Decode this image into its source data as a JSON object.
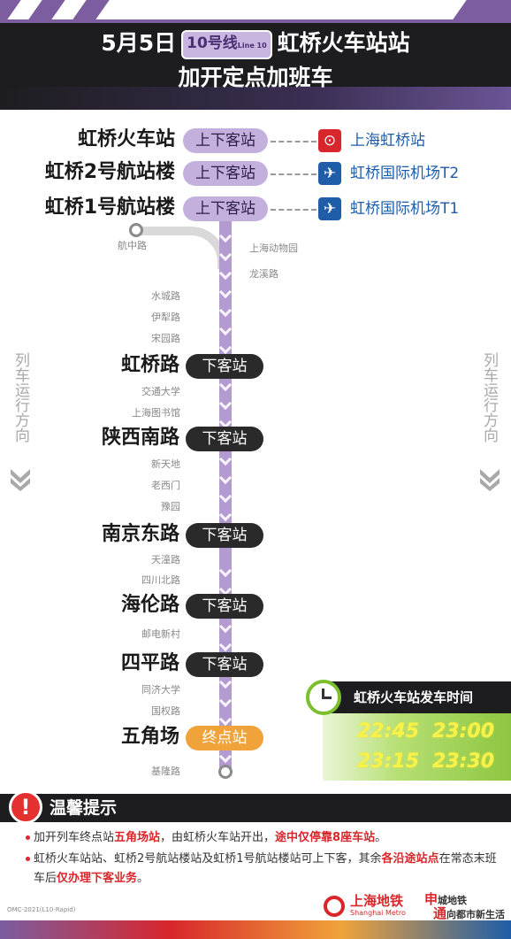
{
  "header": {
    "date": "5月5日",
    "line_number": "10号线",
    "line_en": "Line 10",
    "station_title": "虹桥火车站站",
    "subtitle": "加开定点加班车"
  },
  "top_stations": [
    {
      "name": "虹桥火车站",
      "tag": "上下客站",
      "transfer": "上海虹桥站",
      "transfer_icon": "railway-icon"
    },
    {
      "name": "虹桥2号航站楼",
      "tag": "上下客站",
      "transfer": "虹桥国际机场T2",
      "transfer_icon": "airplane-icon"
    },
    {
      "name": "虹桥1号航站楼",
      "tag": "上下客站",
      "transfer": "虹桥国际机场T1",
      "transfer_icon": "airplane-icon"
    }
  ],
  "branch": {
    "left_end": "航中路",
    "right_1": "上海动物园",
    "right_2": "龙溪路"
  },
  "minor_stops": {
    "s1": "水城路",
    "s2": "伊犁路",
    "s3": "宋园路",
    "s4": "交通大学",
    "s5": "上海图书馆",
    "s6": "新天地",
    "s7": "老西门",
    "s8": "豫园",
    "s9": "天潼路",
    "s10": "四川北路",
    "s11": "邮电新村",
    "s12": "同济大学",
    "s13": "国权路",
    "s14": "基隆路"
  },
  "major_stations": [
    {
      "name": "虹桥路",
      "tag": "下客站"
    },
    {
      "name": "陕西南路",
      "tag": "下客站"
    },
    {
      "name": "南京东路",
      "tag": "下客站"
    },
    {
      "name": "海伦路",
      "tag": "下客站"
    },
    {
      "name": "四平路",
      "tag": "下客站"
    },
    {
      "name": "五角场",
      "tag": "终点站"
    }
  ],
  "direction_label": "列车运行方向",
  "departure": {
    "title": "虹桥火车站发车时间",
    "times": [
      "22:45",
      "23:00",
      "23:15",
      "23:30"
    ]
  },
  "tips": {
    "title": "温馨提示",
    "line1": {
      "a": "加开列车终点站",
      "b": "五角场站",
      "c": "，由虹桥火车站开出，",
      "d": "途中仅停靠8座车站",
      "e": "。"
    },
    "line2": {
      "a": "虹桥火车站站、虹桥2号航站楼站及虹桥1号航站楼站可上下客，其余",
      "b": "各沿途站点",
      "c": "在常态末班车后",
      "d": "仅办理下客业务",
      "e": "。"
    }
  },
  "footer": {
    "code": "OMC-2021(L10-Rapid)",
    "brand": "上海地铁",
    "brand_en": "Shanghai Metro",
    "slogan_1a": "申",
    "slogan_1b": "城地铁",
    "slogan_2a": "通",
    "slogan_2b": "向都市新生活"
  },
  "colors": {
    "line10": "#b39bd0",
    "accent_red": "#d8262b",
    "terminal": "#f0a33a",
    "time": "#f6f24a"
  }
}
